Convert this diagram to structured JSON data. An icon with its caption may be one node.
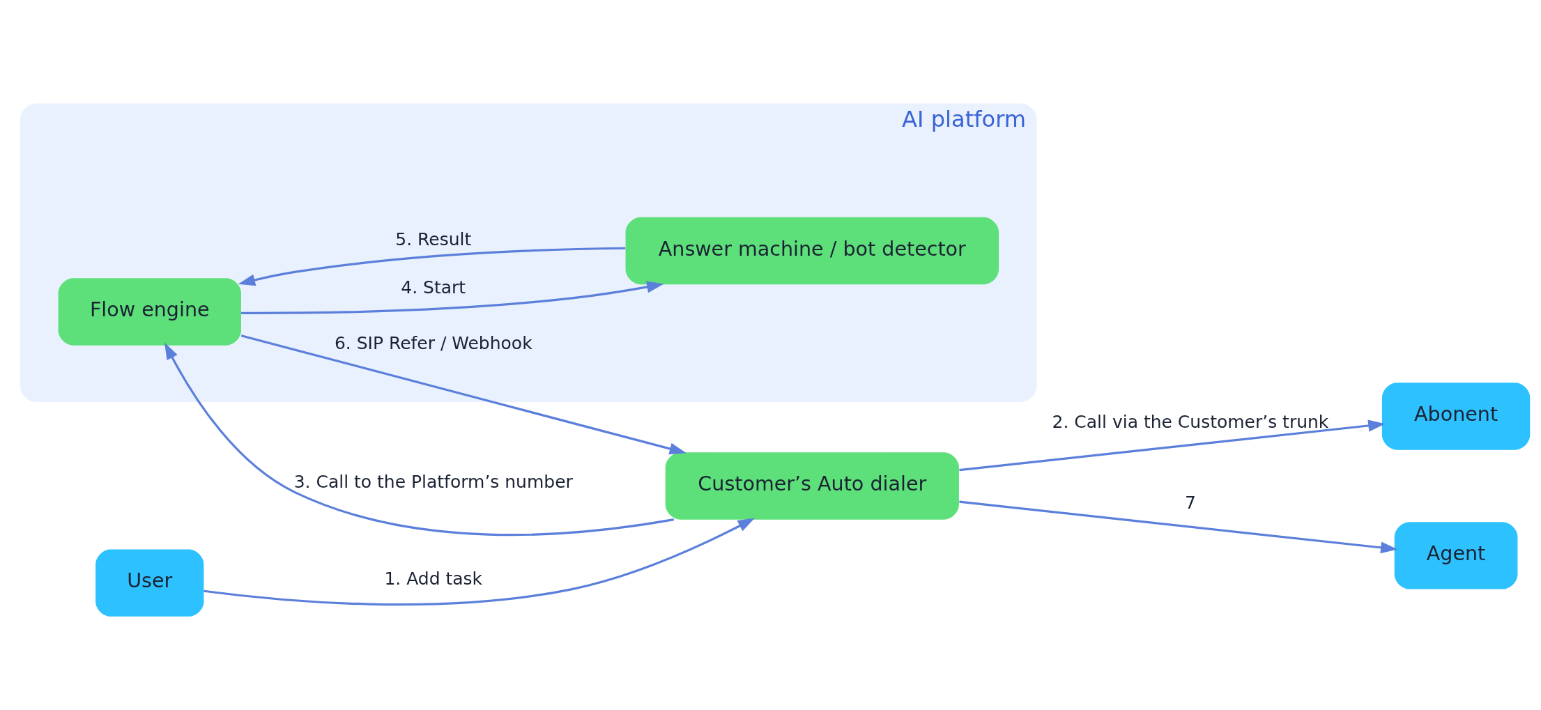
{
  "diagram": {
    "nodes": [
      {
        "text": [
          "Abonent"
        ]
      },
      {
        "text": [
          "Agent"
        ]
      },
      {
        "text": [
          "AI platform"
        ]
      },
      {
        "text": [
          "User"
        ]
      },
      {
        "text": [
          "Customer’s Auto dialer"
        ]
      },
      {
        "text": [
          "Flow engine"
        ],
        "in": 2
      },
      {
        "text": [
          "Answer machine / bot detector"
        ],
        "in": 2
      }
    ],
    "edges": [
      {
        "from": 3,
        "to": 4,
        "arrow": "to",
        "label": "1. Add task"
      },
      {
        "from": 4,
        "to": 0,
        "arrow": "to",
        "label": "2. Call via the Customer’s trunk"
      },
      {
        "from": 4,
        "to": 5,
        "arrow": "to",
        "label": "3. Call to the Platform’s number"
      },
      {
        "from": 5,
        "to": 6,
        "arrow": "to",
        "label": "4. Start"
      },
      {
        "from": 6,
        "to": 5,
        "arrow": "to",
        "label": "5. Result"
      },
      {
        "from": 5,
        "to": 4,
        "arrow": "to",
        "label": "6. SIP Refer / Webhook"
      },
      {
        "from": 4,
        "to": 1,
        "arrow": "to",
        "label": "7"
      }
    ]
  }
}
